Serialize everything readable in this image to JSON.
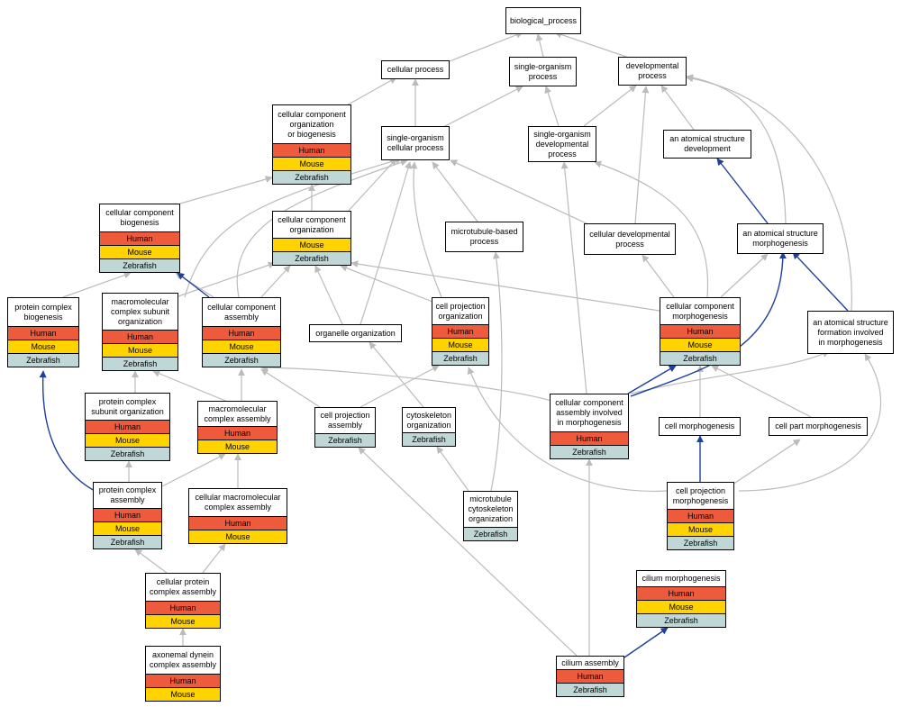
{
  "colors": {
    "human": "#ee5a3c",
    "mouse": "#ffd300",
    "zebrafish": "#bfd7d7",
    "edge_gray": "#bbbbbb",
    "edge_blue": "#1f3f9a"
  },
  "species_labels": {
    "human": "Human",
    "mouse": "Mouse",
    "zebrafish": "Zebrafish"
  },
  "nodes": [
    {
      "id": "bp",
      "label": "biological_process",
      "species": []
    },
    {
      "id": "cp",
      "label": "cellular process",
      "species": []
    },
    {
      "id": "sop",
      "label": "single-organism\nprocess",
      "species": []
    },
    {
      "id": "dp",
      "label": "developmental\nprocess",
      "species": []
    },
    {
      "id": "ccob",
      "label": "cellular component\norganization\nor biogenesis",
      "species": [
        "human",
        "mouse",
        "zebrafish"
      ]
    },
    {
      "id": "socp",
      "label": "single-organism\ncellular process",
      "species": []
    },
    {
      "id": "sodp",
      "label": "single-organism\ndevelopmental\nprocess",
      "species": []
    },
    {
      "id": "asd",
      "label": "an atomical structure\ndevelopment",
      "species": []
    },
    {
      "id": "ccb",
      "label": "cellular component\nbiogenesis",
      "species": [
        "human",
        "mouse",
        "zebrafish"
      ]
    },
    {
      "id": "cco",
      "label": "cellular component\norganization",
      "species": [
        "mouse",
        "zebrafish"
      ]
    },
    {
      "id": "mbp",
      "label": "microtubule-based\nprocess",
      "species": []
    },
    {
      "id": "cdp",
      "label": "cellular developmental\nprocess",
      "species": []
    },
    {
      "id": "asm",
      "label": "an atomical structure\nmorphogenesis",
      "species": []
    },
    {
      "id": "pcb",
      "label": "protein complex\nbiogenesis",
      "species": [
        "human",
        "mouse",
        "zebrafish"
      ]
    },
    {
      "id": "mcso",
      "label": "macromolecular\ncomplex subunit\norganization",
      "species": [
        "human",
        "mouse",
        "zebrafish"
      ]
    },
    {
      "id": "cca",
      "label": "cellular component\nassembly",
      "species": [
        "human",
        "mouse",
        "zebrafish"
      ]
    },
    {
      "id": "oo",
      "label": "organelle organization",
      "species": []
    },
    {
      "id": "cpo",
      "label": "cell projection\norganization",
      "species": [
        "human",
        "mouse",
        "zebrafish"
      ]
    },
    {
      "id": "ccm",
      "label": "cellular component\nmorphogenesis",
      "species": [
        "human",
        "mouse",
        "zebrafish"
      ]
    },
    {
      "id": "asfm",
      "label": "an atomical structure\nformation involved\nin morphogenesis",
      "species": []
    },
    {
      "id": "pcso",
      "label": "protein complex\nsubunit organization",
      "species": [
        "human",
        "mouse",
        "zebrafish"
      ]
    },
    {
      "id": "mca",
      "label": "macromolecular\ncomplex assembly",
      "species": [
        "human",
        "mouse"
      ]
    },
    {
      "id": "cpa",
      "label": "cell projection\nassembly",
      "species": [
        "zebrafish"
      ]
    },
    {
      "id": "cyo",
      "label": "cytoskeleton\norganization",
      "species": [
        "zebrafish"
      ]
    },
    {
      "id": "ccaim",
      "label": "cellular component\nassembly involved\nin morphogenesis",
      "species": [
        "human",
        "zebrafish"
      ]
    },
    {
      "id": "cm",
      "label": "cell morphogenesis",
      "species": []
    },
    {
      "id": "cpm",
      "label": "cell part morphogenesis",
      "species": []
    },
    {
      "id": "pca",
      "label": "protein complex\nassembly",
      "species": [
        "human",
        "mouse",
        "zebrafish"
      ]
    },
    {
      "id": "cmca",
      "label": "cellular macromolecular\ncomplex assembly",
      "species": [
        "human",
        "mouse"
      ]
    },
    {
      "id": "mco",
      "label": "microtubule\ncytoskeleton\norganization",
      "species": [
        "zebrafish"
      ]
    },
    {
      "id": "cprm",
      "label": "cell projection\nmorphogenesis",
      "species": [
        "human",
        "mouse",
        "zebrafish"
      ]
    },
    {
      "id": "cpca",
      "label": "cellular protein\ncomplex assembly",
      "species": [
        "human",
        "mouse"
      ]
    },
    {
      "id": "cim",
      "label": "cilium morphogenesis",
      "species": [
        "human",
        "mouse",
        "zebrafish"
      ]
    },
    {
      "id": "adca",
      "label": "axonemal dynein\ncomplex assembly",
      "species": [
        "human",
        "mouse"
      ]
    },
    {
      "id": "ca",
      "label": "cilium assembly",
      "species": [
        "human",
        "zebrafish"
      ]
    }
  ]
}
